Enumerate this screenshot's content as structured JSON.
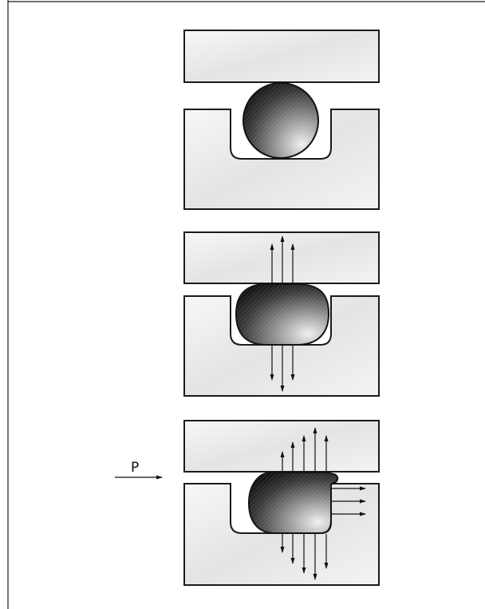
{
  "diagram": {
    "panels": [
      {
        "state": "uncompressed O-ring in groove"
      },
      {
        "state": "compressed O-ring, no pressure"
      },
      {
        "state": "compressed O-ring, pressure applied"
      }
    ],
    "pressure_label": "P",
    "colors": {
      "block_light": "#f2f2f2",
      "block_dark": "#d9d9d9",
      "seal_dark": "#1c1c1c",
      "seal_light": "#e6e6e6",
      "outline": "#1a1a1a"
    }
  }
}
